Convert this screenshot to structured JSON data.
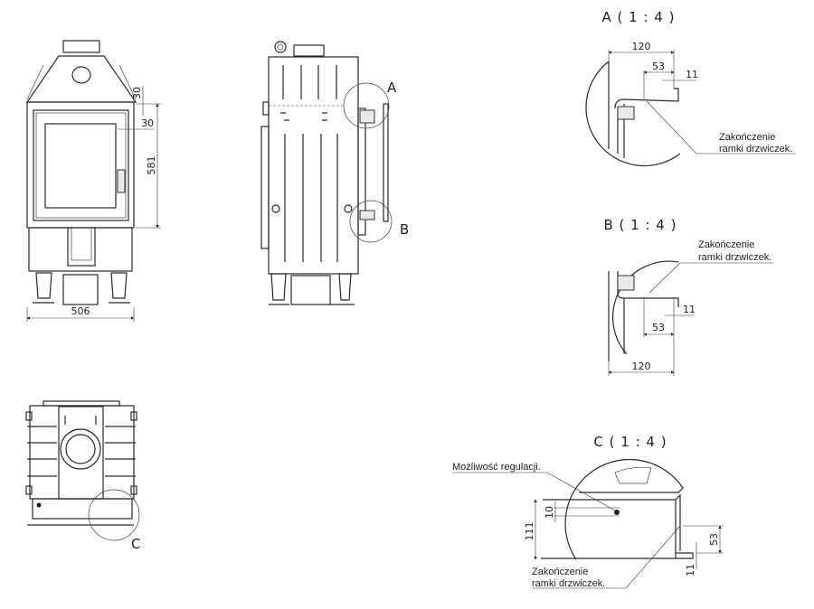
{
  "front_view": {
    "dim_width": "506",
    "dim_height": "581",
    "dim_top": "30",
    "dim_side": "30"
  },
  "side_view": {
    "detail_a_marker": "A",
    "detail_b_marker": "B"
  },
  "top_view": {
    "detail_c_marker": "C"
  },
  "detail_a": {
    "title": "A ( 1 : 4 )",
    "dim_120": "120",
    "dim_53": "53",
    "dim_11": "11",
    "note_line1": "Zakończenie",
    "note_line2": "ramki drzwiczek."
  },
  "detail_b": {
    "title": "B ( 1 : 4 )",
    "dim_120": "120",
    "dim_53": "53",
    "dim_11": "11",
    "note_line1": "Zakończenie",
    "note_line2": "ramki drzwiczek."
  },
  "detail_c": {
    "title": "C ( 1 : 4 )",
    "adjust_note": "Możliwość regulacji.",
    "dim_111": "111",
    "dim_10": "10",
    "dim_53": "53",
    "dim_11": "11",
    "note_line1": "Zakończenie",
    "note_line2": "ramki drzwiczek."
  }
}
